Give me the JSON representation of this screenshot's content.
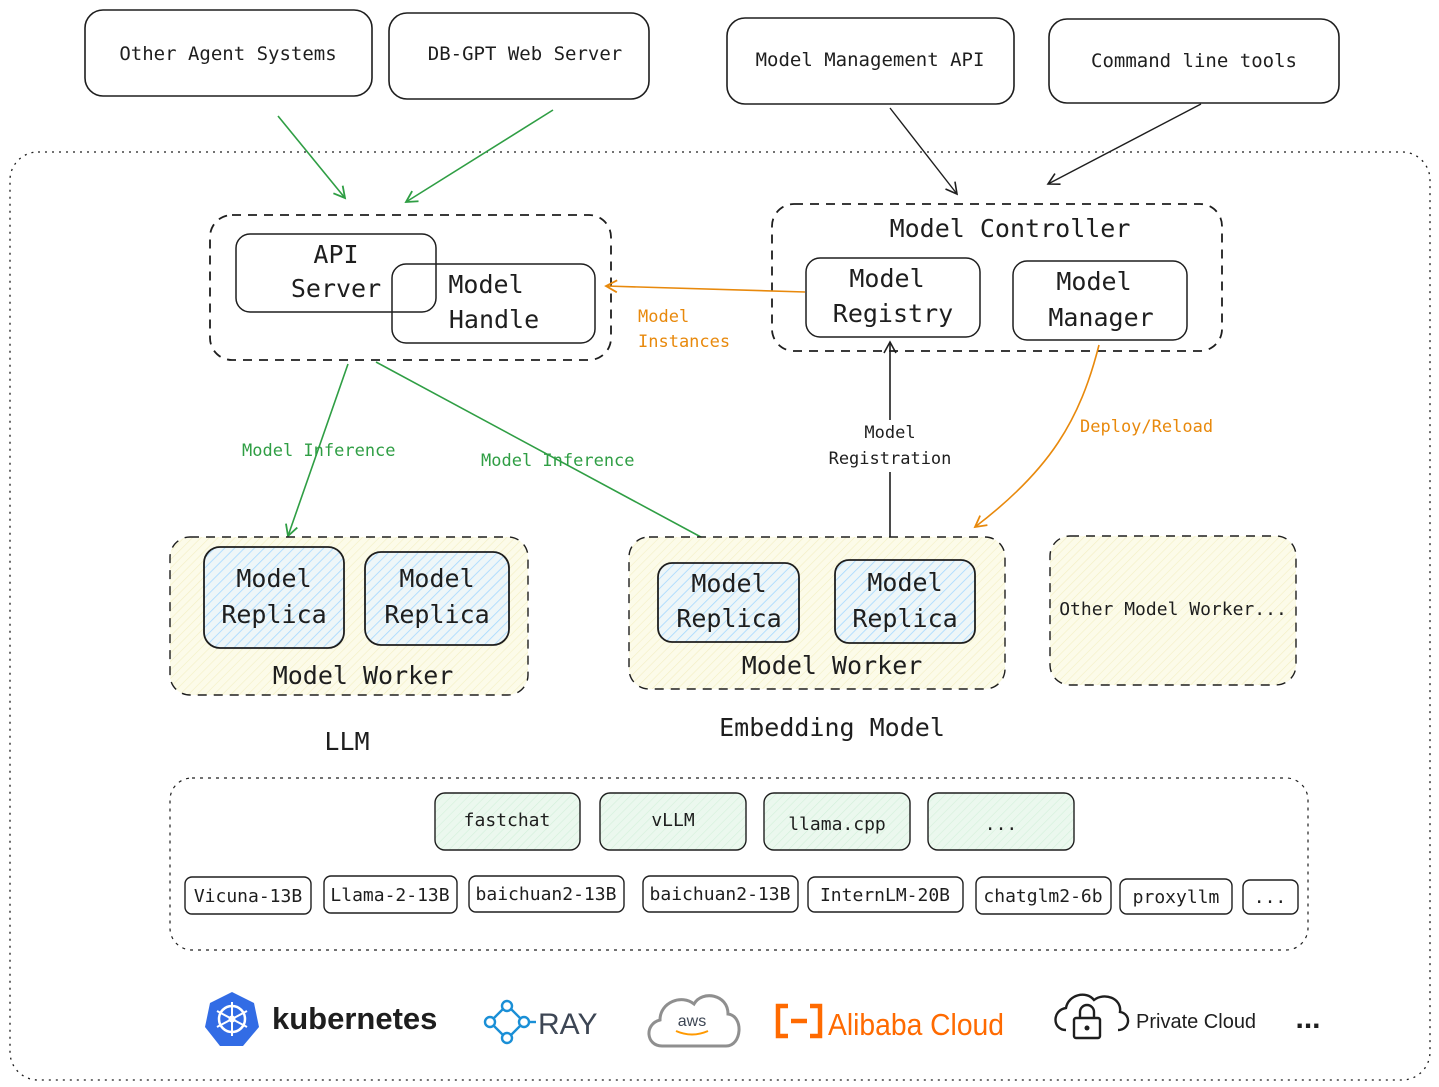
{
  "top_clients": {
    "other_agents": "Other Agent Systems",
    "dbgpt_web": "DB-GPT Web Server",
    "mgmt_api": "Model Management API",
    "cli_tools": "Command line tools"
  },
  "api_server": {
    "line1": "API",
    "line2": "Server",
    "handle_line1": "Model",
    "handle_line2": "Handle"
  },
  "controller": {
    "title": "Model Controller",
    "registry_line1": "Model",
    "registry_line2": "Registry",
    "manager_line1": "Model",
    "manager_line2": "Manager"
  },
  "edges": {
    "model_instances_line1": "Model",
    "model_instances_line2": "Instances",
    "inference_left": "Model Inference",
    "inference_right": "Model Inference",
    "registration_line1": "Model",
    "registration_line2": "Registration",
    "deploy_reload": "Deploy/Reload"
  },
  "workers": {
    "replica_line1": "Model",
    "replica_line2": "Replica",
    "worker_label": "Model Worker",
    "other_worker": "Other Model Worker...",
    "llm_label": "LLM",
    "embedding_label": "Embedding Model"
  },
  "frameworks": [
    "fastchat",
    "vLLM",
    "llama.cpp",
    "..."
  ],
  "models": [
    "Vicuna-13B",
    "Llama-2-13B",
    "baichuan2-13B",
    "baichuan2-13B",
    "InternLM-20B",
    "chatglm2-6b",
    "proxyllm",
    "..."
  ],
  "platforms": {
    "kubernetes": "kubernetes",
    "ray": "RAY",
    "aws": "aws",
    "alibaba": "Alibaba Cloud",
    "private_cloud": "Private Cloud",
    "more": "..."
  },
  "colors": {
    "green": "#2f9e44",
    "orange": "#e8890c",
    "stroke": "#1e1e1e",
    "k8s_blue": "#326ce5",
    "ray_blue": "#1a8fd6",
    "alibaba_orange": "#ff6a00"
  }
}
